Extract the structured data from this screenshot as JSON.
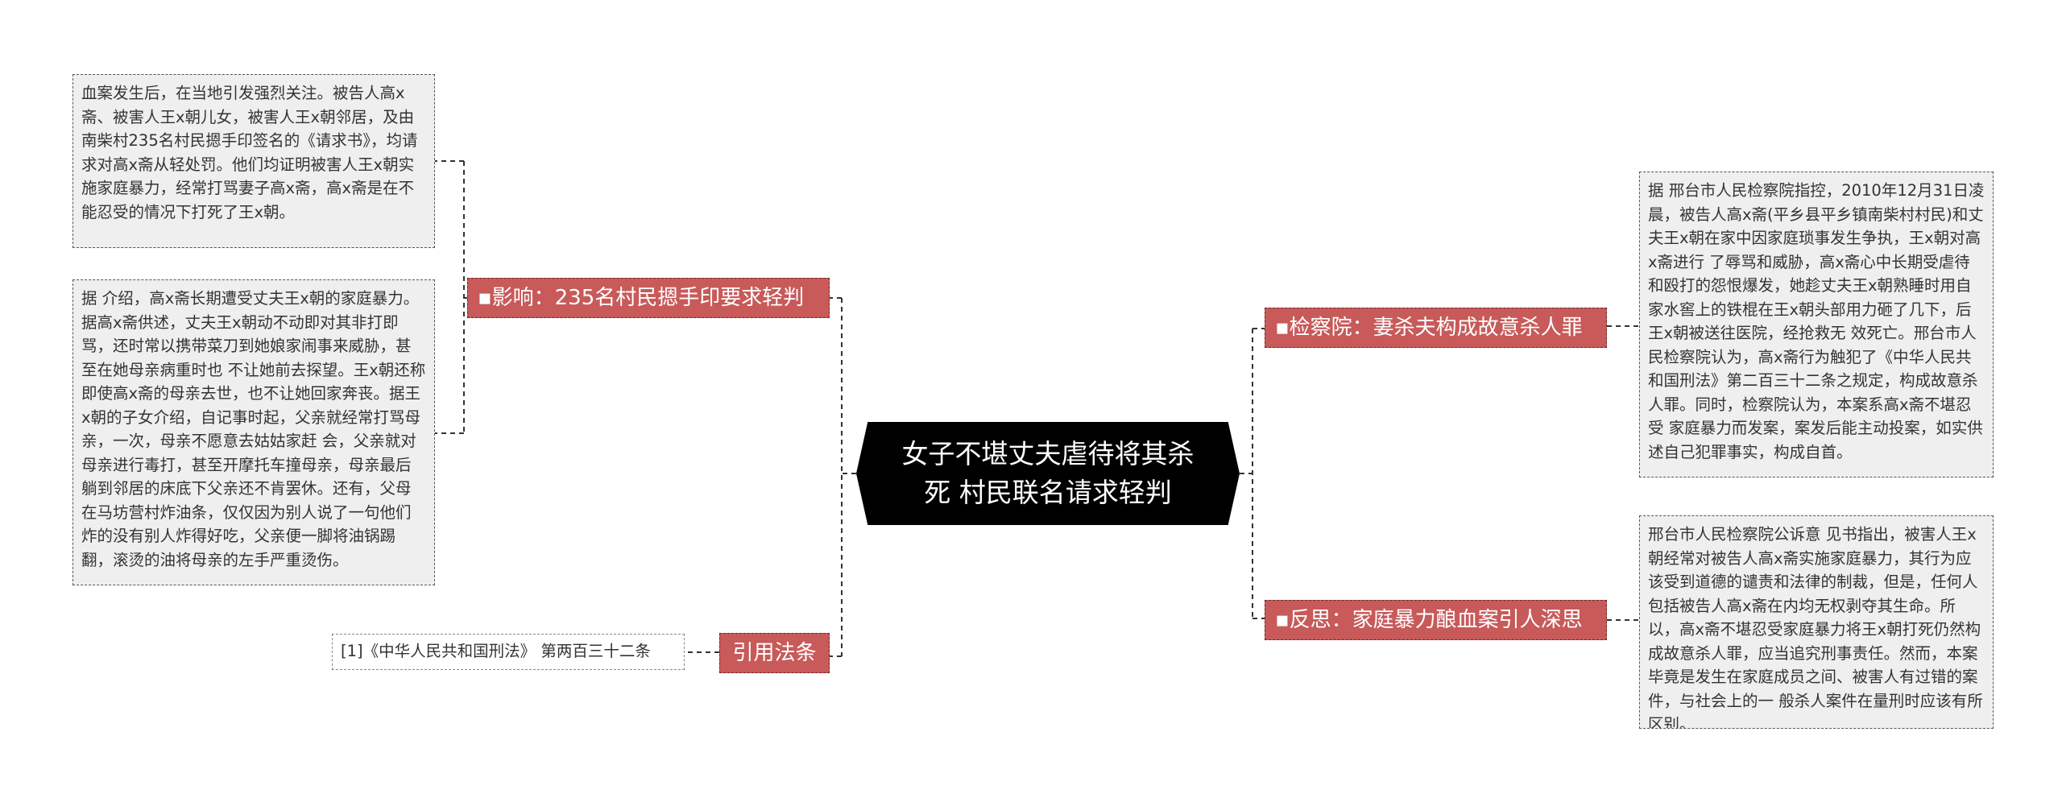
{
  "root": {
    "title": "女子不堪丈夫虐待将其杀死 村民联名请求轻判"
  },
  "branches": {
    "influence": {
      "label": "▪影响：235名村民摁手印要求轻判",
      "notes": [
        "血案发生后，在当地引发强烈关注。被告人高x斋、被害人王x朝儿女，被害人王x朝邻居，及由南柴村235名村民摁手印签名的《请求书》，均请求对高x斋从轻处罚。他们均证明被害人王x朝实施家庭暴力，经常打骂妻子高x斋，高x斋是在不能忍受的情况下打死了王x朝。",
        "据 介绍，高x斋长期遭受丈夫王x朝的家庭暴力。据高x斋供述，丈夫王x朝动不动即对其非打即骂，还时常以携带菜刀到她娘家闹事来威胁，甚至在她母亲病重时也 不让她前去探望。王x朝还称即使高x斋的母亲去世，也不让她回家奔丧。据王x朝的子女介绍，自记事时起，父亲就经常打骂母亲，一次，母亲不愿意去姑姑家赶 会，父亲就对母亲进行毒打，甚至开摩托车撞母亲，母亲最后躺到邻居的床底下父亲还不肯罢休。还有，父母在马坊营村炸油条，仅仅因为别人说了一句他们炸的没有别人炸得好吃，父亲便一脚将油锅踢翻，滚烫的油将母亲的左手严重烫伤。"
      ]
    },
    "law": {
      "label": "引用法条",
      "ref": "[1]《中华人民共和国刑法》 第两百三十二条"
    },
    "procuratorate": {
      "label": "▪检察院：妻杀夫构成故意杀人罪",
      "note": "据 邢台市人民检察院指控，2010年12月31日凌晨，被告人高x斋(平乡县平乡镇南柴村村民)和丈夫王x朝在家中因家庭琐事发生争执，王x朝对高x斋进行 了辱骂和威胁，高x斋心中长期受虐待和殴打的怨恨爆发，她趁丈夫王x朝熟睡时用自家水窖上的铁棍在王x朝头部用力砸了几下，后王x朝被送往医院，经抢救无 效死亡。邢台市人民检察院认为，高x斋行为触犯了《中华人民共和国刑法》第二百三十二条之规定，构成故意杀人罪。同时，检察院认为，本案系高x斋不堪忍受 家庭暴力而发案，案发后能主动投案，如实供述自己犯罪事实，构成自首。"
    },
    "reflection": {
      "label": "▪反思：家庭暴力酿血案引人深思",
      "note": "邢台市人民检察院公诉意 见书指出，被害人王x朝经常对被告人高x斋实施家庭暴力，其行为应该受到道德的谴责和法律的制裁，但是，任何人包括被告人高x斋在内均无权剥夺其生命。所 以，高x斋不堪忍受家庭暴力将王x朝打死仍然构成故意杀人罪，应当追究刑事责任。然而，本案毕竟是发生在家庭成员之间、被害人有过错的案件，与社会上的一 般杀人案件在量刑时应该有所区别。"
    }
  },
  "colors": {
    "root_bg": "#000000",
    "branch_bg": "#c85a5a",
    "leaf_bg": "#efefef",
    "line": "#333333"
  }
}
